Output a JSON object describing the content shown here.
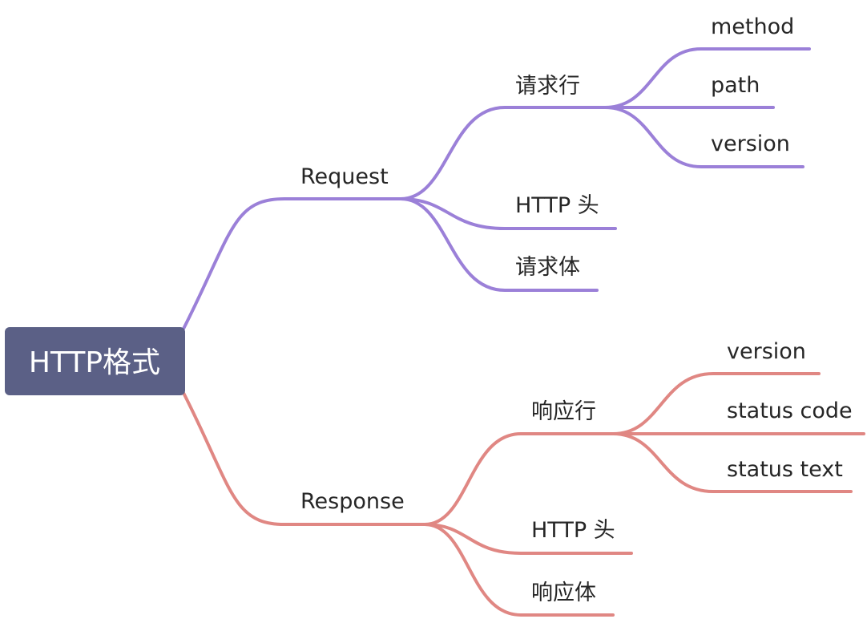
{
  "root": {
    "label": "HTTP格式",
    "color": "#5b6086"
  },
  "branches": {
    "request": {
      "label": "Request",
      "color": "#9b80d8",
      "children": {
        "request_line": {
          "label": "请求行",
          "children": [
            "method",
            "path",
            "version"
          ]
        },
        "headers": {
          "label": "HTTP 头"
        },
        "body": {
          "label": "请求体"
        }
      }
    },
    "response": {
      "label": "Response",
      "color": "#e08783",
      "children": {
        "status_line": {
          "label": "响应行",
          "children": [
            "version",
            "status code",
            "status text"
          ]
        },
        "headers": {
          "label": "HTTP 头"
        },
        "body": {
          "label": "响应体"
        }
      }
    }
  }
}
